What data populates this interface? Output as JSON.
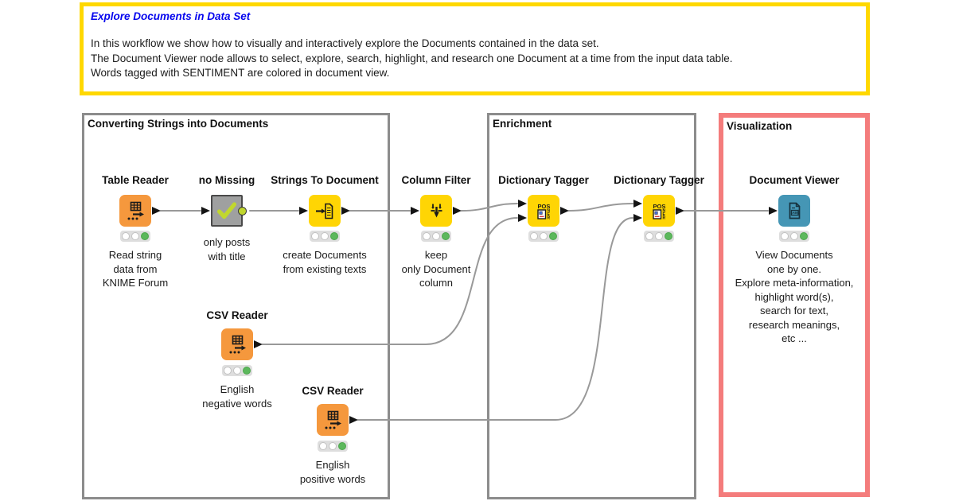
{
  "annotation": {
    "title": "Explore Documents in Data Set",
    "lines": [
      "In this workflow we show how to visually and interactively explore the Documents contained in the data set.",
      "The Document Viewer node allows to select, explore, search, highlight, and research one Document at a time from the input data table.",
      "Words tagged with SENTIMENT are colored in document view."
    ]
  },
  "groups": [
    {
      "label": "Converting Strings into Documents"
    },
    {
      "label": "Enrichment"
    },
    {
      "label": "Visualization"
    }
  ],
  "nodes": [
    {
      "label": "Table Reader",
      "icon": "table-icon",
      "status": "executed",
      "caption": [
        "Read string",
        "data from",
        "KNIME Forum"
      ]
    },
    {
      "label": "no Missing",
      "icon": "checkmark-icon",
      "caption": [
        "only posts",
        "with title"
      ]
    },
    {
      "label": "Strings To Document",
      "icon": "document-arrow-icon",
      "status": "executed",
      "caption": [
        "create Documents",
        "from existing texts"
      ]
    },
    {
      "label": "Column Filter",
      "icon": "column-filter-icon",
      "status": "executed",
      "caption": [
        "keep",
        "only Document",
        "column"
      ]
    },
    {
      "label": "Dictionary Tagger",
      "icon": "pos-tagger-icon",
      "status": "executed",
      "caption": []
    },
    {
      "label": "Dictionary Tagger",
      "icon": "pos-tagger-icon",
      "status": "executed",
      "caption": []
    },
    {
      "label": "Document Viewer",
      "icon": "document-abc-icon",
      "status": "executed",
      "caption": [
        "View Documents",
        "one by one.",
        "Explore meta-information,",
        "highlight word(s),",
        "search for text,",
        "research meanings,",
        "etc ..."
      ]
    },
    {
      "label": "CSV Reader",
      "icon": "table-icon",
      "status": "executed",
      "caption": [
        "English",
        "negative words"
      ]
    },
    {
      "label": "CSV Reader",
      "icon": "table-icon",
      "status": "executed",
      "caption": [
        "English",
        "positive words"
      ]
    }
  ],
  "colors": {
    "annotation_border": "#FFD800",
    "title_blue": "#0606EE",
    "group_border": "#8C8C8C",
    "visualization_border": "#F47C7C",
    "node_yellow": "#FFD504",
    "node_orange": "#F5983D",
    "node_blue": "#4596B5",
    "metanode_gray": "#9FA0A0",
    "check_green": "#C1D72E",
    "status_green": "#5CB85C",
    "wire_gray": "#999999"
  }
}
